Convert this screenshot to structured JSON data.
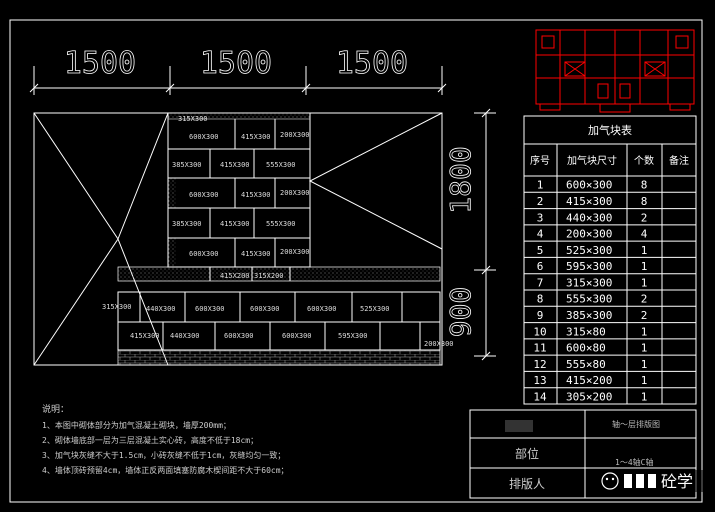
{
  "dimensions": {
    "top": [
      "1500",
      "1500",
      "1500"
    ],
    "right_upper": "1800",
    "right_lower": "900"
  },
  "wall_rows": [
    [
      "315X300",
      "600X300",
      "415X300",
      "200X300"
    ],
    [
      "385X300",
      "415X300",
      "555X300"
    ],
    [
      "600X300",
      "415X300",
      "200X300"
    ],
    [
      "385X300",
      "415X300",
      "555X300"
    ],
    [
      "600X300",
      "415X300",
      "200X300"
    ],
    [
      "415X200",
      "315X200"
    ],
    [
      "315X300",
      "440X300",
      "600X300",
      "600X300",
      "600X300",
      "525X300"
    ],
    [
      "415X300",
      "440X300",
      "600X300",
      "600X300",
      "595X300",
      "200X300"
    ]
  ],
  "block_table": {
    "title": "加气块表",
    "headers": [
      "序号",
      "加气块尺寸",
      "个数",
      "备注"
    ],
    "rows": [
      [
        "1",
        "600×300",
        "8",
        ""
      ],
      [
        "2",
        "415×300",
        "8",
        ""
      ],
      [
        "3",
        "440×300",
        "2",
        ""
      ],
      [
        "4",
        "200×300",
        "4",
        ""
      ],
      [
        "5",
        "525×300",
        "1",
        ""
      ],
      [
        "6",
        "595×300",
        "1",
        ""
      ],
      [
        "7",
        "315×300",
        "1",
        ""
      ],
      [
        "8",
        "555×300",
        "2",
        ""
      ],
      [
        "9",
        "385×300",
        "2",
        ""
      ],
      [
        "10",
        "315×80",
        "1",
        ""
      ],
      [
        "11",
        "600×80",
        "1",
        ""
      ],
      [
        "12",
        "555×80",
        "1",
        ""
      ],
      [
        "13",
        "415×200",
        "1",
        ""
      ],
      [
        "14",
        "305×200",
        "1",
        ""
      ]
    ]
  },
  "notes": {
    "title": "说明：",
    "items": [
      "1、本图中砌体部分为加气混凝土砌块，墙厚200mm；",
      "2、砌体墙底部一层为三层混凝土实心砖，高度不低于18cm；",
      "3、加气块灰缝不大于1.5cm，小砖灰缝不低于1cm，灰缝均匀一致；",
      "4、墙体顶砖预留4cm，墙体正反两面填塞防腐木楔间距不大于60cm；"
    ]
  },
  "title_block": {
    "drawing_name": "轴～层排版图",
    "part_label": "部位",
    "part_value": "1～4轴C轴",
    "layout_by_label": "排版人"
  },
  "watermark": {
    "text": "砼学"
  },
  "colors": {
    "background": "#000000",
    "lines": "#ffffff",
    "minimap": "#ff0000"
  }
}
